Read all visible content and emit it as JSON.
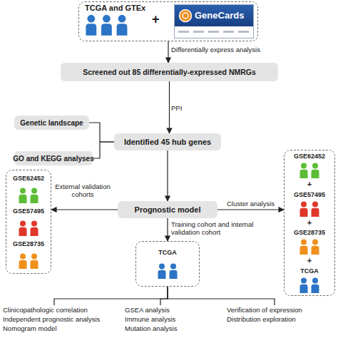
{
  "diagram": {
    "nodes": [
      {
        "text": [
          "TCGA and GTEx",
          "+"
        ]
      },
      {
        "text": [
          "GeneCards"
        ],
        "in": 0
      },
      {
        "text": [
          "Screened out 85 differentially-expressed NMRGs"
        ]
      },
      {
        "text": [
          "Genetic landscape"
        ]
      },
      {
        "text": [
          "Identified 45 hub genes"
        ]
      },
      {
        "text": [
          "GO and KEGG analyses"
        ]
      },
      {
        "text": [
          "GSE62452",
          "GSE57495",
          "GSE28735"
        ]
      },
      {
        "text": [
          "Prognostic model"
        ]
      },
      {
        "text": [
          "GSE62452",
          "+",
          "GSE57495",
          "+",
          "GSE28735",
          "+",
          "TCGA"
        ]
      },
      {
        "text": [
          "TCGA"
        ]
      },
      {
        "text": [
          "Clinicopathologic correlation",
          "Independent prognostic analysis",
          "Nomogram model"
        ]
      },
      {
        "text": [
          "GSEA analysis",
          "Immune analysis",
          "Mutation analysis"
        ]
      },
      {
        "text": [
          "Verification of expression",
          "Distribution exploration"
        ]
      }
    ],
    "edges": [
      {
        "from": 0,
        "to": 2,
        "arrow": "to",
        "label": "Differentially express analysis"
      },
      {
        "from": 2,
        "to": 4,
        "arrow": "to",
        "label": "PPI"
      },
      {
        "from": 4,
        "to": 3,
        "arrow": "none"
      },
      {
        "from": 4,
        "to": 5,
        "arrow": "none"
      },
      {
        "from": 4,
        "to": 7,
        "arrow": "to"
      },
      {
        "from": 7,
        "to": 6,
        "arrow": "to",
        "label": "External validation cohorts"
      },
      {
        "from": 7,
        "to": 8,
        "arrow": "to",
        "label": "Cluster analysis"
      },
      {
        "from": 7,
        "to": 9,
        "arrow": "to",
        "label": "Training cohort and internal validation cohort"
      },
      {
        "from": 9,
        "to": 10,
        "arrow": "none"
      },
      {
        "from": 9,
        "to": 11,
        "arrow": "none"
      },
      {
        "from": 9,
        "to": 12,
        "arrow": "none"
      }
    ]
  }
}
